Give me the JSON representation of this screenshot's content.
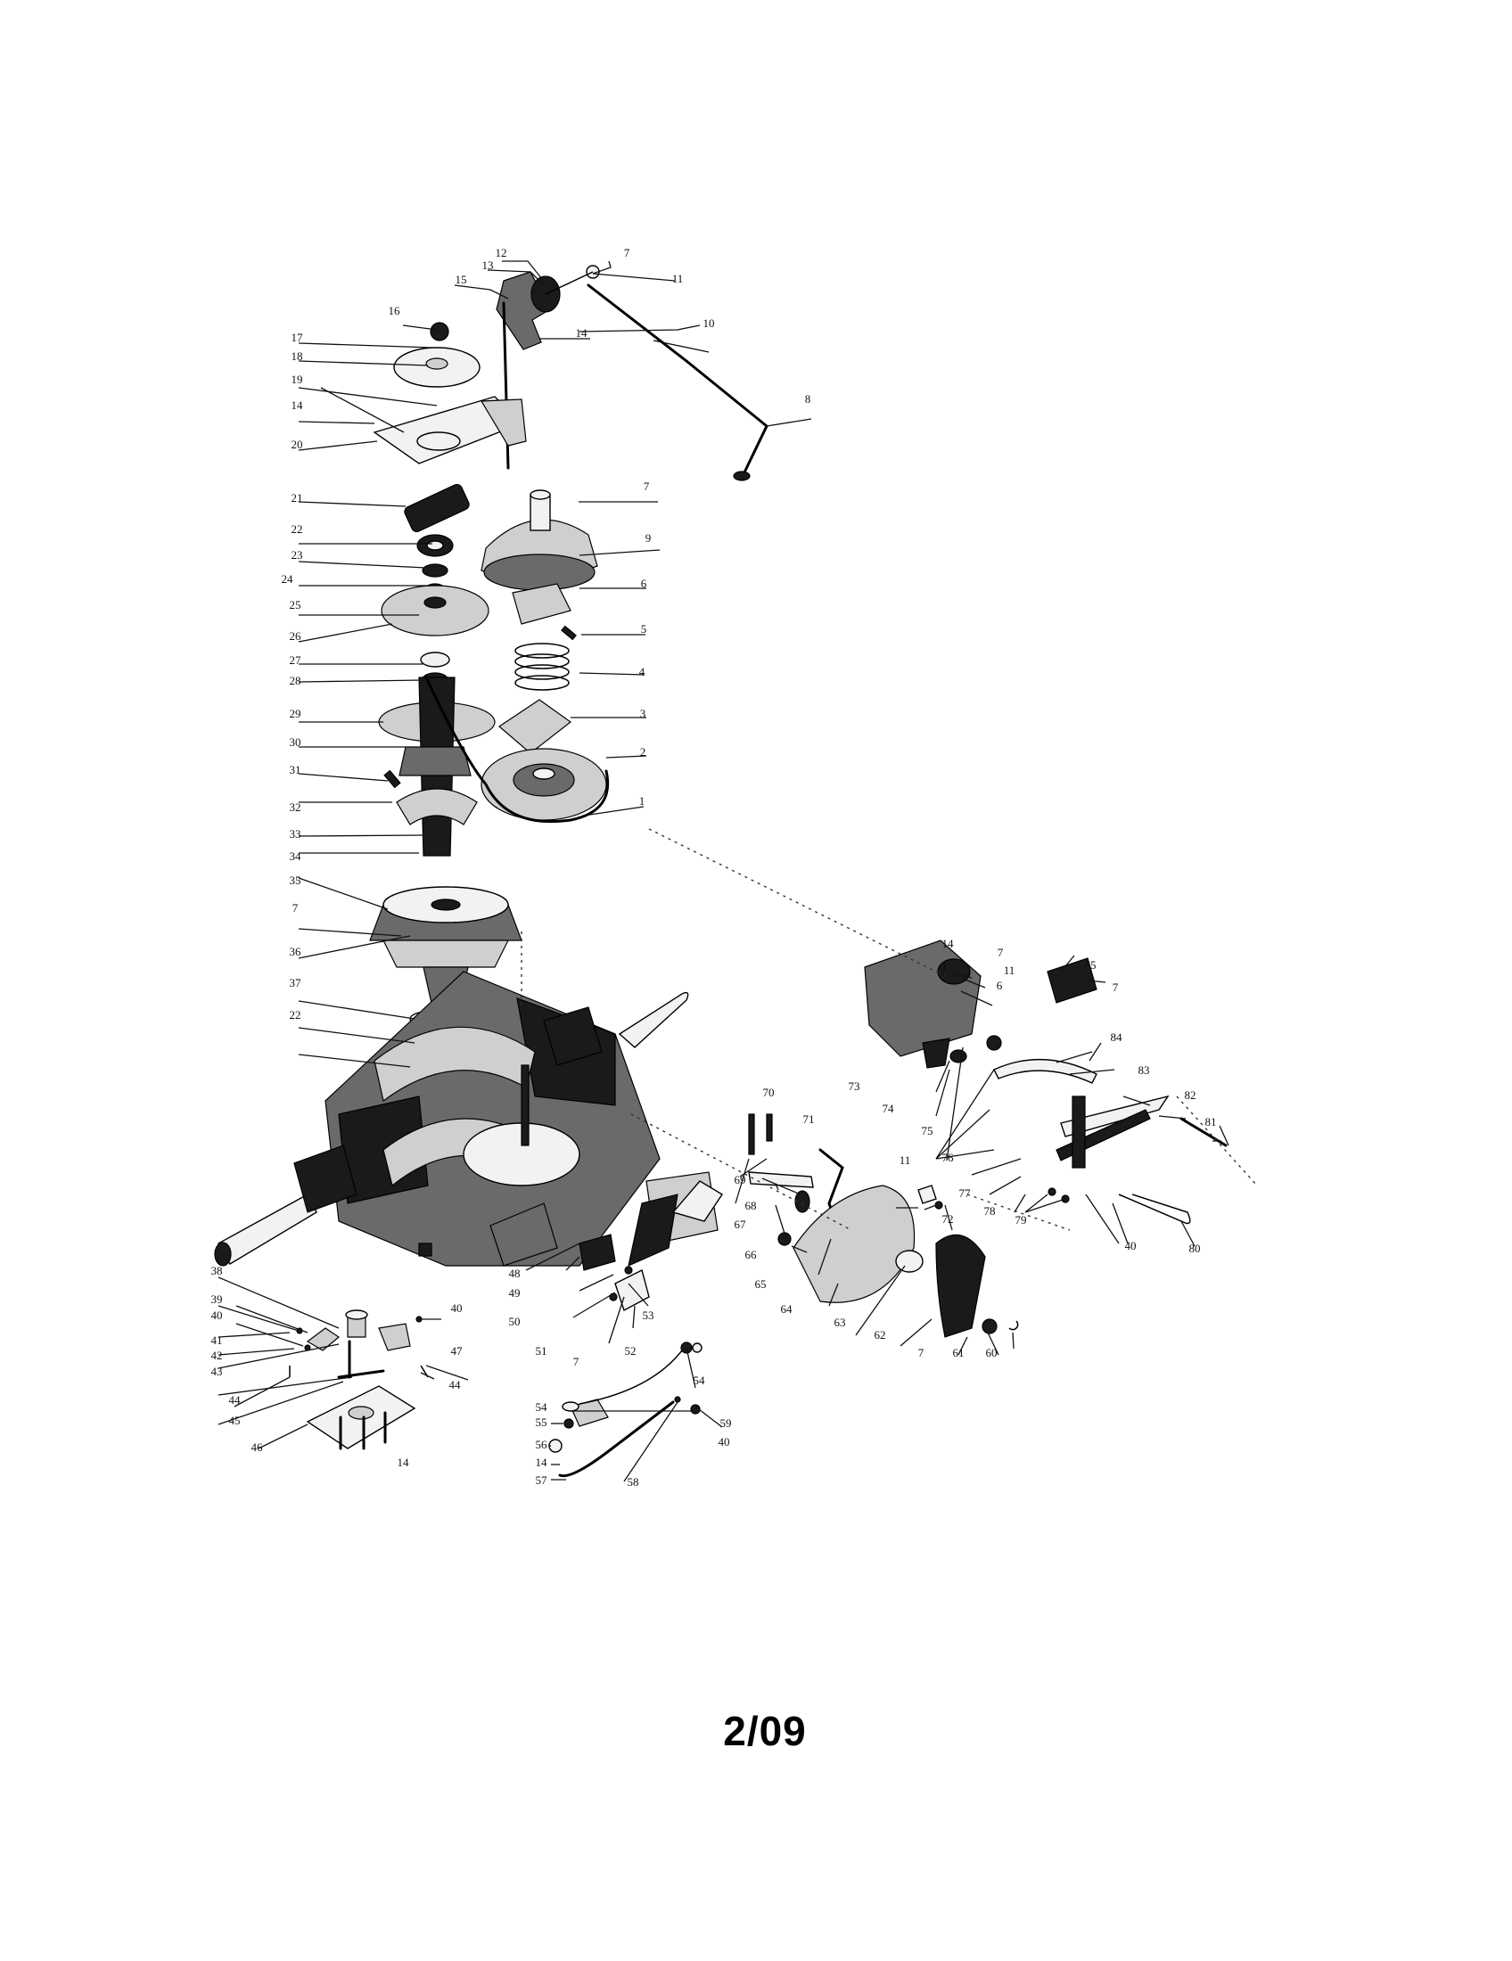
{
  "page": {
    "label": "2/09"
  },
  "callouts": {
    "c1": "1",
    "c2": "2",
    "c3": "3",
    "c4": "4",
    "c5": "5",
    "c6": "6",
    "c7": "7",
    "c8": "8",
    "c9": "9",
    "c10": "10",
    "c11": "11",
    "c12": "12",
    "c13": "13",
    "c14": "14",
    "c15": "15",
    "c16": "16",
    "c17": "17",
    "c18": "18",
    "c19": "19",
    "c20": "20",
    "c21": "21",
    "c22": "22",
    "c23": "23",
    "c24": "24",
    "c25": "25",
    "c26": "26",
    "c27": "27",
    "c28": "28",
    "c29": "29",
    "c30": "30",
    "c31": "31",
    "c32": "32",
    "c33": "33",
    "c34": "34",
    "c35": "35",
    "c36": "36",
    "c37": "37",
    "c38": "38",
    "c39": "39",
    "c40": "40",
    "c41": "41",
    "c42": "42",
    "c43": "43",
    "c44": "44",
    "c45": "45",
    "c46": "46",
    "c47": "47",
    "c48": "48",
    "c49": "49",
    "c50": "50",
    "c51": "51",
    "c52": "52",
    "c53": "53",
    "c54": "54",
    "c55": "55",
    "c56": "56",
    "c57": "57",
    "c58": "58",
    "c59": "59",
    "c60": "60",
    "c61": "61",
    "c62": "62",
    "c63": "63",
    "c64": "64",
    "c65": "65",
    "c66": "66",
    "c67": "67",
    "c68": "68",
    "c69": "69",
    "c70": "70",
    "c71": "71",
    "c72": "72",
    "c73": "73",
    "c74": "74",
    "c75": "75",
    "c76": "76",
    "c77": "77",
    "c78": "78",
    "c79": "79",
    "c80": "80",
    "c81": "81",
    "c82": "82",
    "c83": "83",
    "c84": "84",
    "c85": "85"
  }
}
